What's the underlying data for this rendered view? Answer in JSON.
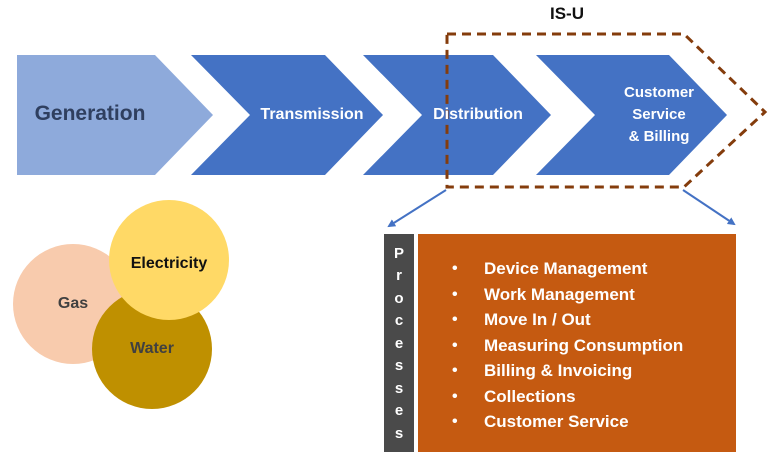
{
  "diagram": {
    "title": "IS-U",
    "chain": [
      {
        "label": "Generation",
        "color": "#8eaadb"
      },
      {
        "label": "Transmission",
        "color": "#4472c4"
      },
      {
        "label": "Distribution",
        "color": "#4472c4"
      },
      {
        "label": "Customer\nService\n& Billing",
        "color": "#4472c4"
      }
    ],
    "circles": [
      {
        "label": "Gas",
        "color": "#f8cbad"
      },
      {
        "label": "Water",
        "color": "#bf9000"
      },
      {
        "label": "Electricity",
        "color": "#ffd966"
      }
    ],
    "processes": {
      "heading": "Processes",
      "items": [
        "Device Management",
        "Work Management",
        "Move In / Out",
        "Measuring Consumption",
        "Billing & Invoicing",
        "Collections",
        "Customer Service"
      ]
    },
    "colors": {
      "dashed_border": "#843c0c",
      "arrow": "#4472c4",
      "process_box": "#c55a11",
      "process_strip": "#4a4a4a"
    }
  }
}
